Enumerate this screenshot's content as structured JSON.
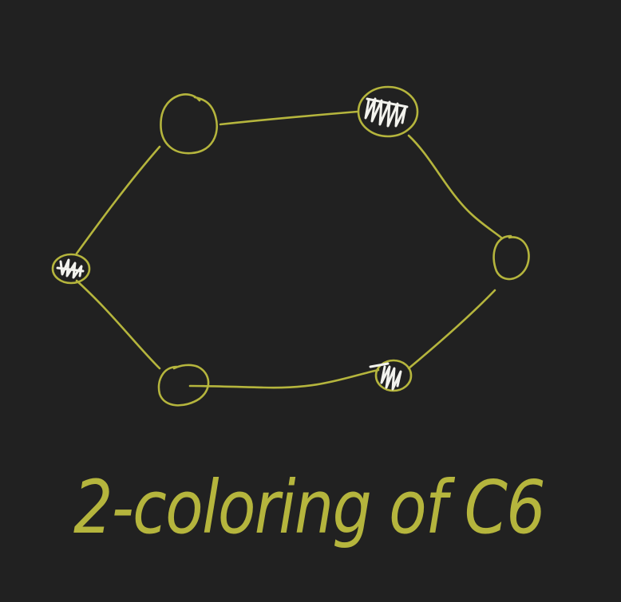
{
  "caption": "2-coloring of C6",
  "colors": {
    "background": "#212121",
    "ink": "#b5b53d",
    "fill": "#f3f3ee"
  },
  "graph": {
    "name": "C6",
    "nodes": [
      {
        "id": "top-left",
        "color": "uncolored"
      },
      {
        "id": "top-right",
        "color": "filled"
      },
      {
        "id": "right",
        "color": "uncolored"
      },
      {
        "id": "bottom-right",
        "color": "filled"
      },
      {
        "id": "bottom-left",
        "color": "uncolored"
      },
      {
        "id": "left",
        "color": "filled"
      }
    ],
    "edges": [
      [
        "top-left",
        "top-right"
      ],
      [
        "top-right",
        "right"
      ],
      [
        "right",
        "bottom-right"
      ],
      [
        "bottom-right",
        "bottom-left"
      ],
      [
        "bottom-left",
        "left"
      ],
      [
        "left",
        "top-left"
      ]
    ]
  }
}
